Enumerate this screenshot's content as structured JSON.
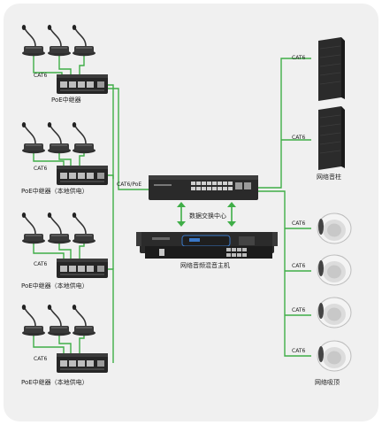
{
  "diagram": {
    "colors": {
      "cable": "#3fae47",
      "arrow": "#3fae47",
      "panel": "#f0f0f0",
      "device_dark": "#2b2b2b"
    },
    "repeaters": [
      {
        "label": "PoE中继器",
        "cable_label": "CAT6"
      },
      {
        "label": "PoE中继器（本地供电）",
        "cable_label": "CAT6"
      },
      {
        "label": "PoE中继器（本地供电）",
        "cable_label": "CAT6"
      },
      {
        "label": "PoE中继器（本地供电）",
        "cable_label": "CAT6"
      }
    ],
    "switch": {
      "uplink_label": "CAT6/PoE",
      "center_label": "数据交换中心"
    },
    "host": {
      "label": "网络音频混音主机"
    },
    "columns": {
      "label": "网络音柱",
      "cable_labels": [
        "CAT6",
        "CAT6"
      ]
    },
    "ceiling": {
      "label": "网络吸顶",
      "cable_labels": [
        "CAT6",
        "CAT6",
        "CAT6",
        "CAT6"
      ]
    },
    "icons": [
      "microphone-icon",
      "poe-repeater-icon",
      "network-switch-icon",
      "mixer-host-icon",
      "column-speaker-icon",
      "ceiling-speaker-icon"
    ]
  }
}
